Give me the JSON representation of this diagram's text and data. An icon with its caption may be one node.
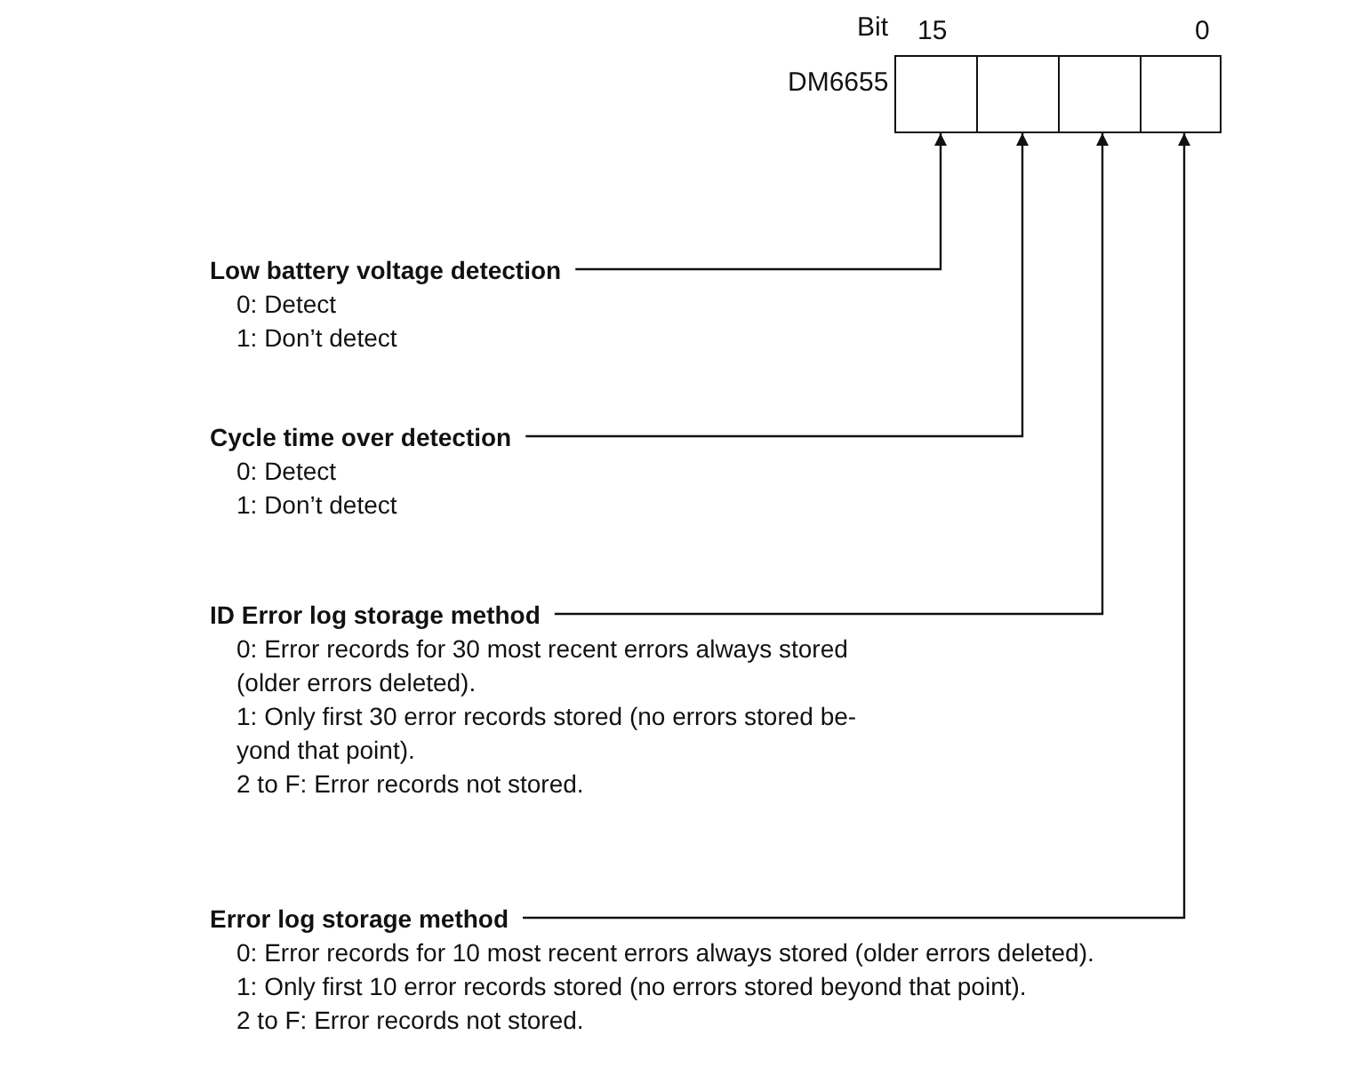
{
  "diagram": {
    "nodes": [
      {
        "text": [],
        "shape": "box"
      },
      {
        "text": [],
        "shape": "box"
      },
      {
        "text": [],
        "shape": "box"
      },
      {
        "text": [],
        "shape": "box"
      },
      {
        "text": [
          "Low battery voltage detection",
          "0: Detect",
          "1: Don’t detect"
        ]
      },
      {
        "text": [
          "Cycle time over detection",
          "0: Detect",
          "1: Don’t detect"
        ]
      },
      {
        "text": [
          "ID Error log storage method",
          "0: Error records for 30 most recent errors always stored (older errors deleted).",
          "1: Only first 30 error records stored (no errors stored be-yond that point).",
          "2 to F: Error records not stored."
        ]
      },
      {
        "text": [
          "Error log storage method",
          "0: Error records for 10 most recent errors always stored (older errors deleted).",
          "1: Only first 10 error records stored (no errors stored beyond that point).",
          "2 to F: Error records not stored."
        ]
      }
    ],
    "edges": [
      {
        "from": 4,
        "to": 0,
        "arrow": "to"
      },
      {
        "from": 5,
        "to": 1,
        "arrow": "to"
      },
      {
        "from": 6,
        "to": 2,
        "arrow": "to"
      },
      {
        "from": 7,
        "to": 3,
        "arrow": "to"
      }
    ],
    "labels": [
      "Bit",
      "15",
      "0",
      "DM6655"
    ]
  }
}
